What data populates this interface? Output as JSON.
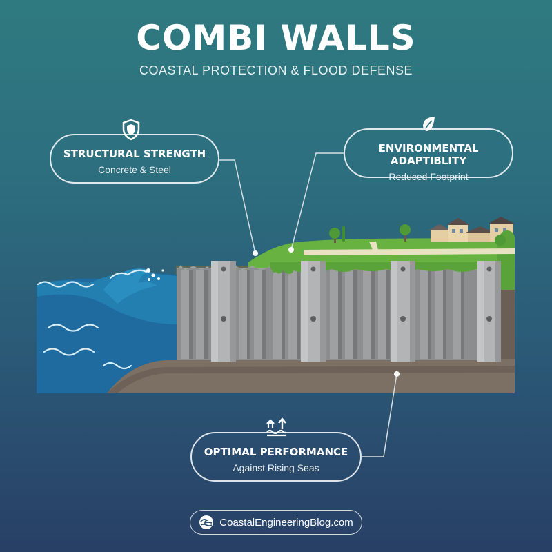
{
  "header": {
    "title": "COMBI WALLS",
    "subtitle": "COASTAL PROTECTION & FLOOD DEFENSE"
  },
  "callouts": [
    {
      "heading": "STRUCTURAL STRENGTH",
      "subheading": "Concrete & Steel",
      "icon": "shield-icon"
    },
    {
      "heading": "ENVIRONMENTAL ADAPTIBLITY",
      "subheading": "Reduced Footprint",
      "icon": "leaf-icon"
    },
    {
      "heading": "OPTIMAL PERFORMANCE",
      "subheading": "Against Rising Seas",
      "icon": "rising-water-icon"
    }
  ],
  "footer": {
    "text": "CoastalEngineeringBlog.com",
    "icon": "wave-icon"
  },
  "colors": {
    "sea": "#1f6fa1",
    "wall": "#8e8f91",
    "pile": "#a9aaac",
    "grass": "#66b03f",
    "soil": "#7c6f63"
  }
}
